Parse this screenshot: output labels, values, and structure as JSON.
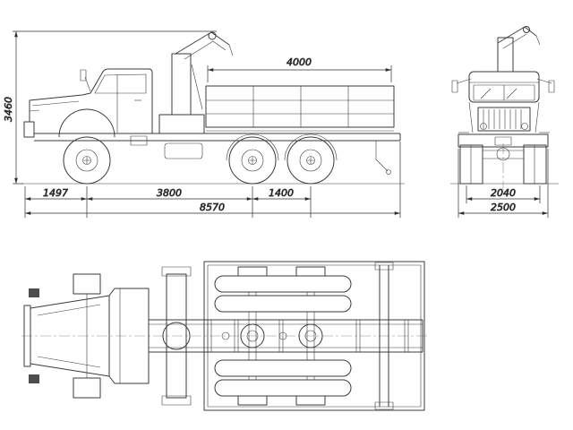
{
  "drawing": {
    "background_color": "#ffffff",
    "line_color": "#3b3b3b"
  },
  "dimensions": {
    "overall_height": "3460",
    "bed_length": "4000",
    "front_overhang": "1497",
    "wheelbase": "3800",
    "bogie_base": "1400",
    "overall_length": "8570",
    "track_width": "2040",
    "overall_width": "2500"
  }
}
